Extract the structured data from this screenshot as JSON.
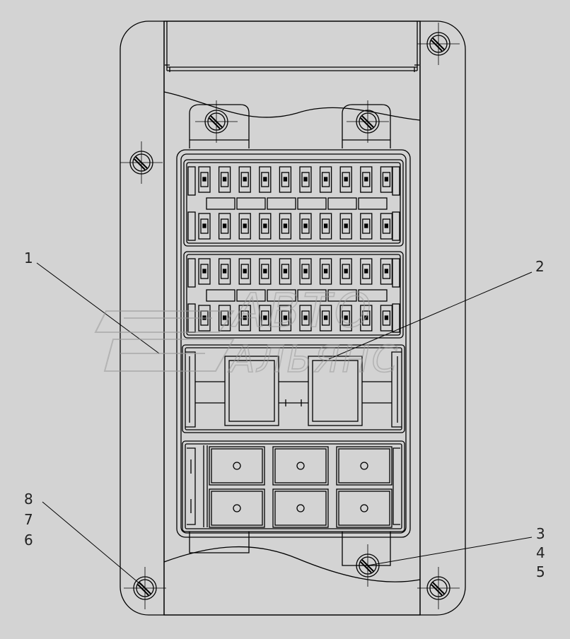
{
  "diagram": {
    "callouts": [
      {
        "id": "c1",
        "label": "1"
      },
      {
        "id": "c2",
        "label": "2"
      },
      {
        "id": "c3",
        "label": "3"
      },
      {
        "id": "c4",
        "label": "4"
      },
      {
        "id": "c5",
        "label": "5"
      },
      {
        "id": "c6",
        "label": "6"
      },
      {
        "id": "c7",
        "label": "7"
      },
      {
        "id": "c8",
        "label": "8"
      }
    ],
    "watermark": {
      "line1": "АВТО",
      "line2": "АЛЬЯНС"
    }
  },
  "colors": {
    "background": "#d3d3d3",
    "line": "#000000",
    "watermark": "#bcbcbc"
  },
  "fuse_rows": 4,
  "fuses_per_row": 10,
  "relay_count": 2,
  "large_relay_count": 6
}
